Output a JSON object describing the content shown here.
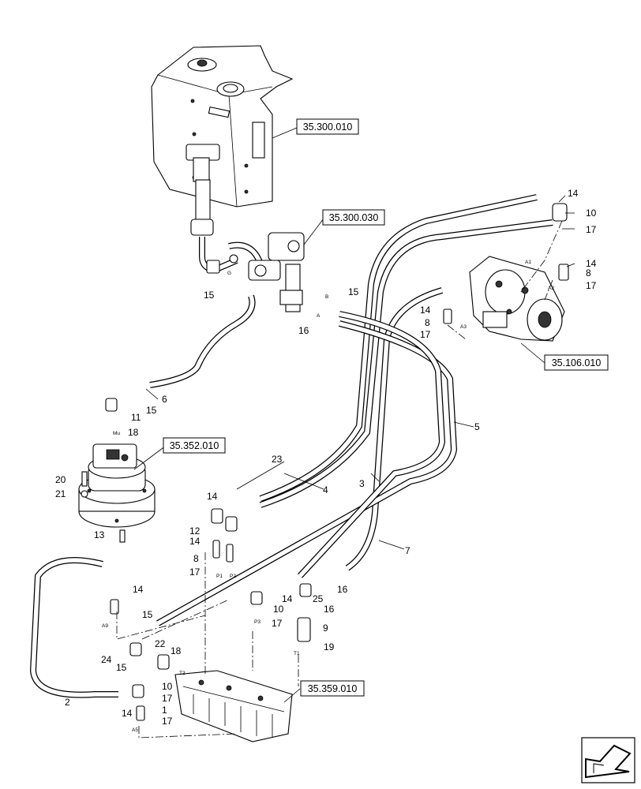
{
  "references": {
    "tank": "35.300.010",
    "valve_block": "35.300.030",
    "pump": "35.106.010",
    "swing_motor": "35.352.010",
    "control_valve": "35.359.010"
  },
  "callouts": {
    "c14a": "14",
    "c10a": "10",
    "c17a": "17",
    "c14b": "14",
    "c8a": "8",
    "c17b": "17",
    "c15a": "15",
    "c15b": "15",
    "c16a": "16",
    "c14c": "14",
    "c8b": "8",
    "c17c": "17",
    "c6": "6",
    "c15c": "15",
    "c11": "11",
    "c18a": "18",
    "c5": "5",
    "c23": "23",
    "c4": "4",
    "c3": "3",
    "c20": "20",
    "c21": "21",
    "c13": "13",
    "c14d": "14",
    "c12": "12",
    "c14e": "14",
    "c8c": "8",
    "c17d": "17",
    "c7": "7",
    "c16b": "16",
    "c25": "25",
    "c14f": "14",
    "c10b": "10",
    "c16c": "16",
    "c17e": "17",
    "c9": "9",
    "c19": "19",
    "c14g": "14",
    "c15d": "15",
    "c22": "22",
    "c18b": "18",
    "c24": "24",
    "c15e": "15",
    "c10c": "10",
    "c17f": "17",
    "c1": "1",
    "c14h": "14",
    "c17g": "17",
    "c2": "2"
  },
  "ports": {
    "g": "G",
    "a": "A",
    "b": "B",
    "a1": "A1",
    "a2": "A2",
    "a3": "A3",
    "mu": "Mu",
    "p1": "P1",
    "p2": "P2",
    "p3": "P3",
    "t1": "T1",
    "t2": "T2",
    "a9": "A9",
    "a5": "A5"
  },
  "nav": {
    "icon": "next-page-arrow-icon"
  }
}
